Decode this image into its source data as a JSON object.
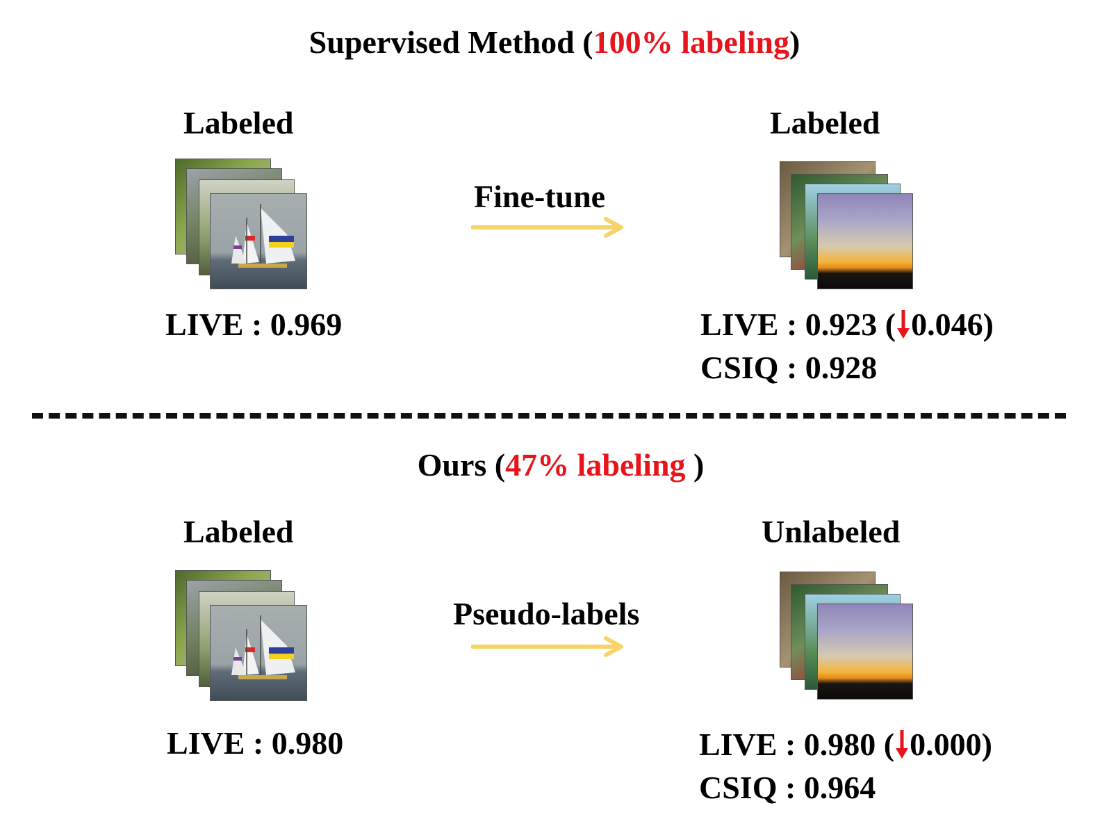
{
  "top": {
    "title_prefix": "Supervised Method (",
    "title_highlight": "100% labeling",
    "title_suffix": ")",
    "left_heading": "Labeled",
    "right_heading": "Labeled",
    "arrow_label": "Fine-tune",
    "left_score": "LIVE : 0.969",
    "right_live_prefix": "LIVE : 0.923 (",
    "right_live_delta": "0.046)",
    "right_csiq": "CSIQ : 0.928"
  },
  "bottom": {
    "title_prefix": "Ours (",
    "title_highlight": "47% labeling",
    "title_suffix": " )",
    "left_heading": "Labeled",
    "right_heading": "Unlabeled",
    "arrow_label": "Pseudo-labels",
    "left_score": "LIVE : 0.980",
    "right_live_prefix": "LIVE : 0.980 (",
    "right_live_delta": "0.000)",
    "right_csiq": "CSIQ : 0.964"
  },
  "colors": {
    "highlight": "#e8141b",
    "arrow": "#f7d36a"
  },
  "icons": {
    "down_arrow": "down-arrow-icon",
    "right_arrow": "right-arrow-icon"
  }
}
